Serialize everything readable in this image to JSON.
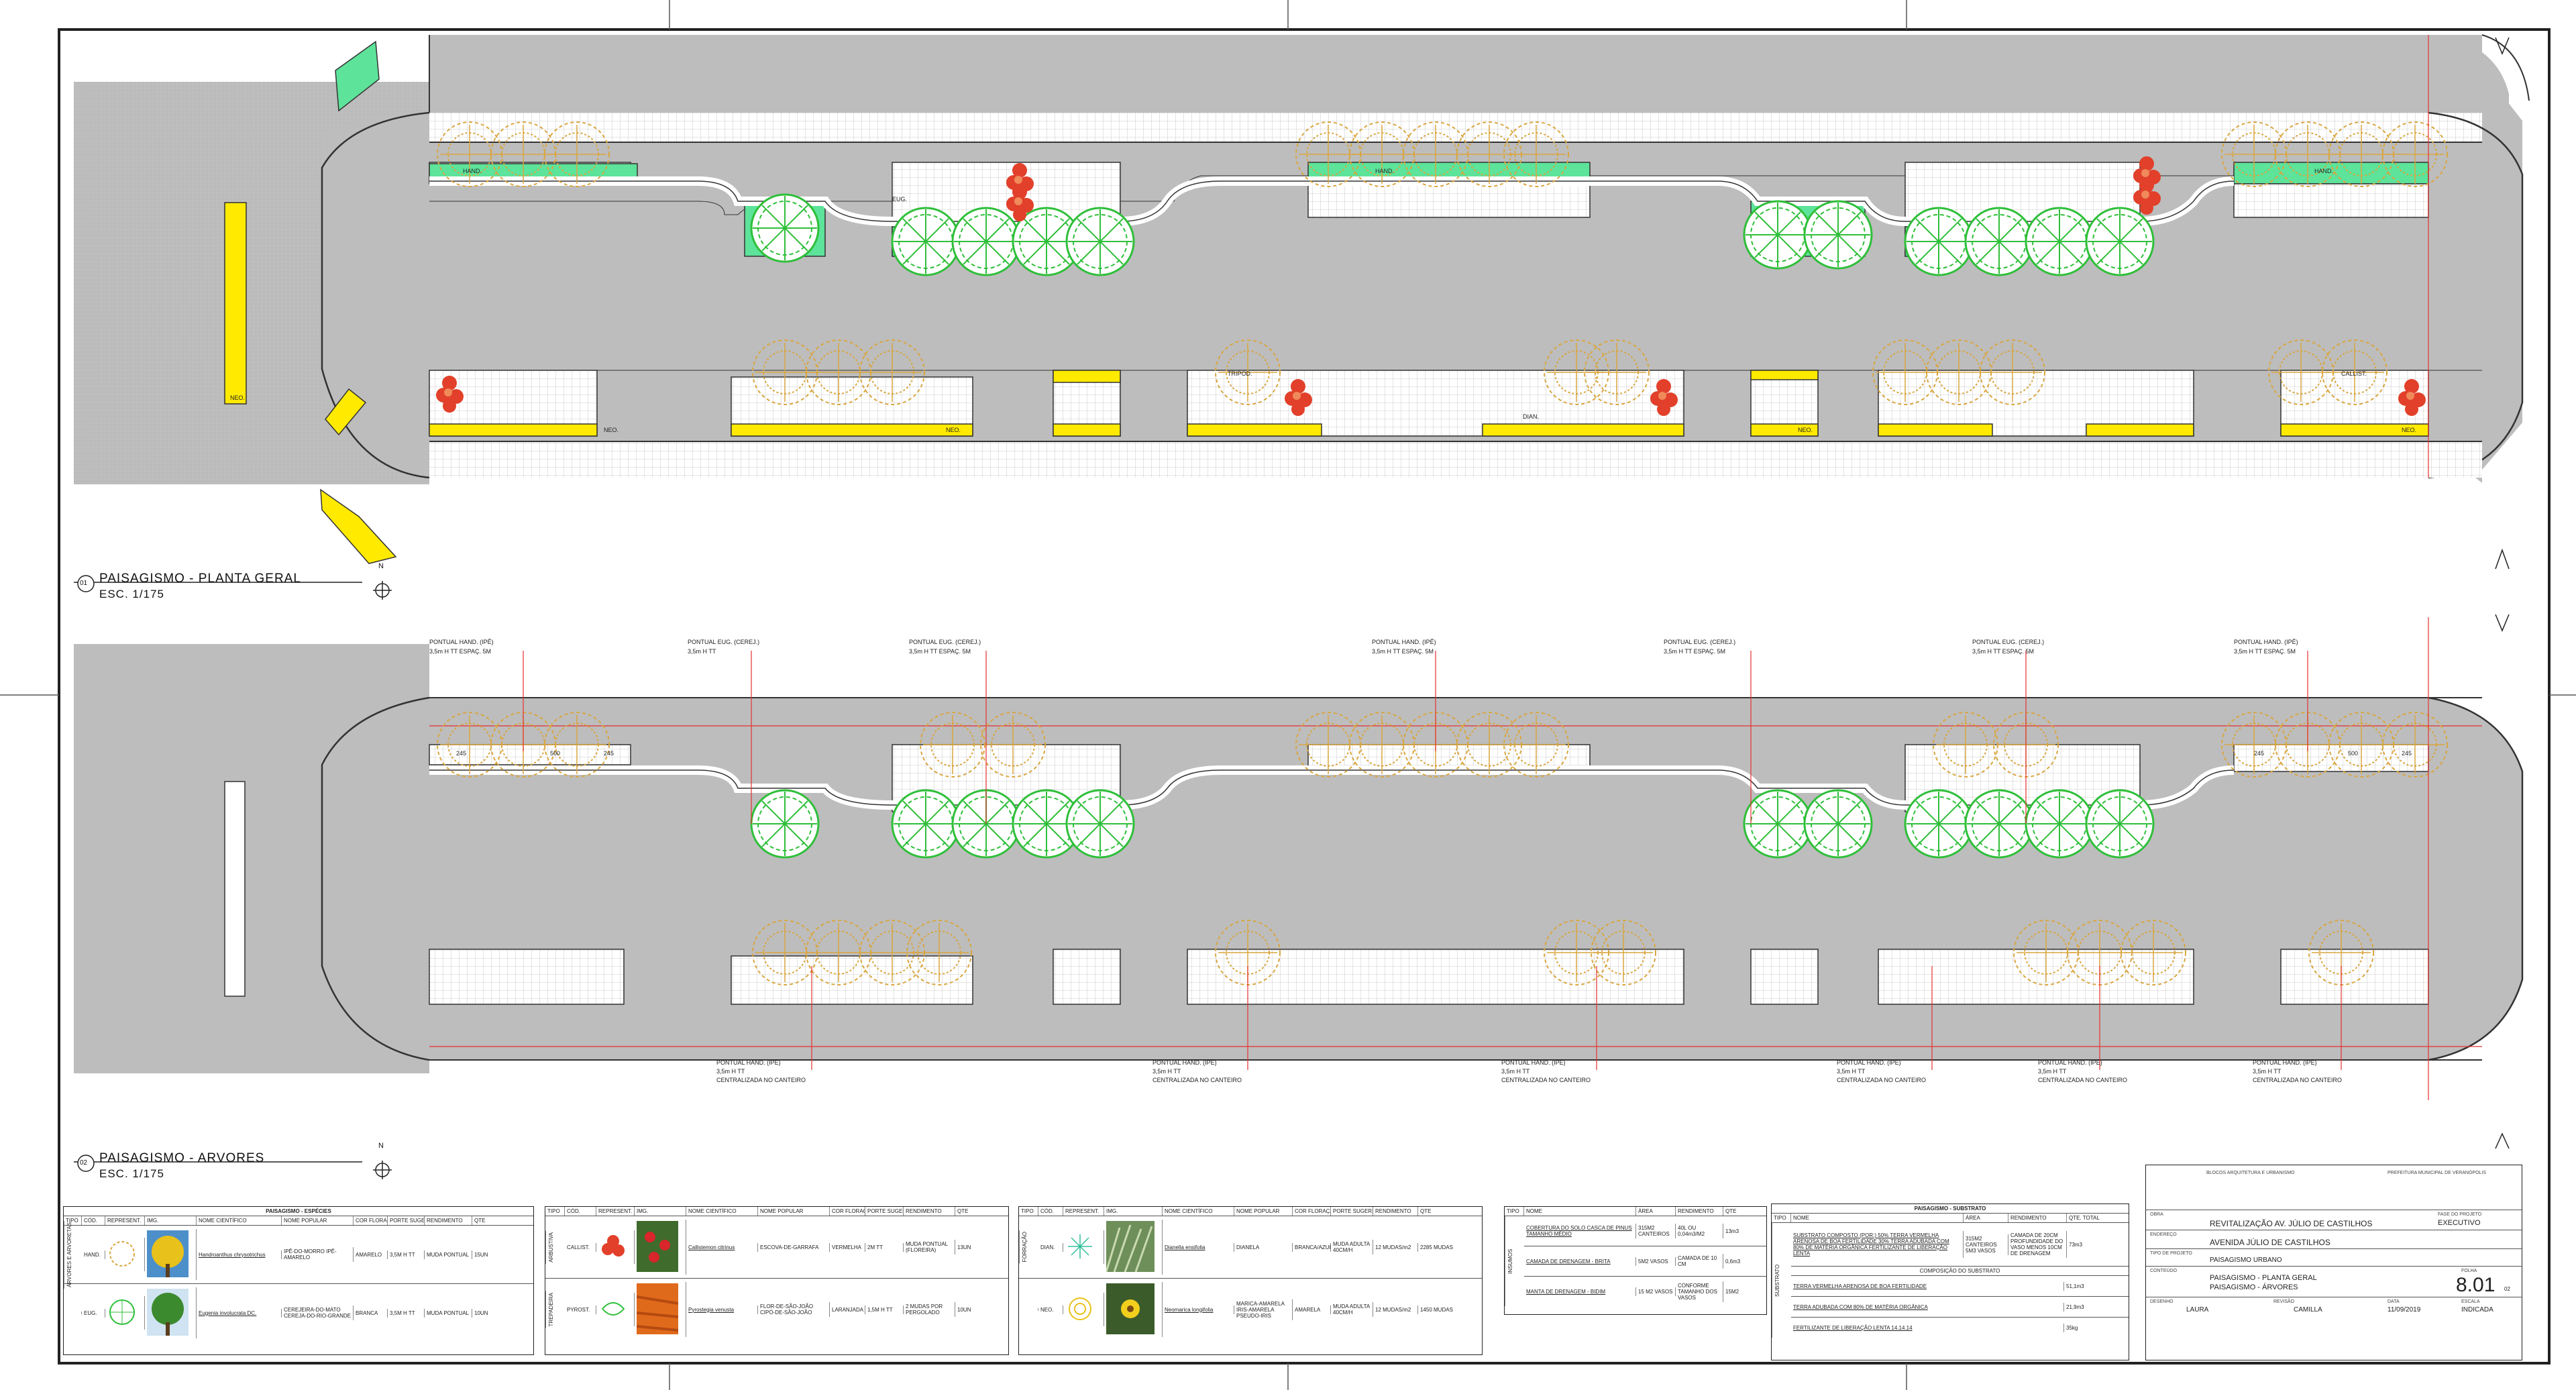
{
  "colors": {
    "road": "#bdbdbd",
    "paving": "#ffffff",
    "grass": "#5de39a",
    "yellow": "#ffea00",
    "tree_green": "#2fbf3a",
    "tree_orange": "#d9a63f",
    "tree_red": "#e2402a",
    "red_line": "#e53030"
  },
  "plan1": {
    "number": "01",
    "title": "PAISAGISMO - PLANTA GERAL",
    "scale": "ESC.   1/175",
    "north": "N"
  },
  "plan2": {
    "number": "02",
    "title": "PAISAGISMO - ARVORES",
    "scale": "ESC.   1/175",
    "north": "N"
  },
  "plan1_labels": [
    "HAND.",
    "HAND.",
    "HAND.",
    "EUG.",
    "NEO.",
    "NEO.",
    "NEO.",
    "TRIPOD.",
    "DIAN.",
    "NEO.",
    "CALLIST.",
    "NEO."
  ],
  "plan2_labels": [
    "245",
    "500",
    "245",
    "245",
    "500",
    "245"
  ],
  "callouts_top": [
    {
      "l1": "PONTUAL  HAND. (IPÊ)",
      "l2": "3,5m H TT   ESPAÇ. 5M"
    },
    {
      "l1": "PONTUAL  EUG. (CEREJ.)",
      "l2": "3,5m H TT"
    },
    {
      "l1": "PONTUAL  EUG. (CEREJ.)",
      "l2": "3,5m H TT   ESPAÇ. 5M"
    },
    {
      "l1": "PONTUAL  HAND. (IPÊ)",
      "l2": "3,5m H TT   ESPAÇ. 5M"
    },
    {
      "l1": "PONTUAL  EUG. (CEREJ.)",
      "l2": "3,5m H TT   ESPAÇ. 5M"
    },
    {
      "l1": "PONTUAL  EUG. (CEREJ.)",
      "l2": "3,5m H TT   ESPAÇ. 5M"
    },
    {
      "l1": "PONTUAL  HAND. (IPÊ)",
      "l2": "3,5m H TT   ESPAÇ. 5M"
    }
  ],
  "callouts_bottom": [
    {
      "l1": "PONTUAL  HAND. (IPÊ)",
      "l2": "3,5m H TT",
      "l3": "CENTRALIZADA NO CANTEIRO"
    },
    {
      "l1": "PONTUAL  HAND. (IPÊ)",
      "l2": "3,5m H TT",
      "l3": "CENTRALIZADA NO CANTEIRO"
    },
    {
      "l1": "PONTUAL  HAND. (IPÊ)",
      "l2": "3,5m H TT",
      "l3": "CENTRALIZADA NO CANTEIRO"
    },
    {
      "l1": "PONTUAL  HAND. (IPÊ)",
      "l2": "3,5m H TT",
      "l3": "CENTRALIZADA NO CANTEIRO"
    },
    {
      "l1": "PONTUAL  HAND. (IPÊ)",
      "l2": "3,5m H TT",
      "l3": "CENTRALIZADA NO CANTEIRO"
    },
    {
      "l1": "PONTUAL  HAND. (IPÊ)",
      "l2": "3,5m H TT",
      "l3": "CENTRALIZADA NO CANTEIRO"
    }
  ],
  "table_species": {
    "title": "PAISAGISMO - ESPÉCIES",
    "headers": [
      "TIPO",
      "CÓD.",
      "REPRESENT.",
      "IMG.",
      "NOME CIENTÍFICO",
      "NOME POPULAR",
      "COR FLORAÇÃO",
      "PORTE SUGERIDO",
      "RENDIMENTO",
      "QTE"
    ],
    "group": "ÁRVORES E ARVORETAS",
    "rows": [
      {
        "cod": "HAND.",
        "sci": "Handroanthus chrysotrichus",
        "pop": "IPÊ-DO-MORRO IPÊ-AMARELO",
        "cor": "AMARELO",
        "porte": "3,5M H TT",
        "rend": "MUDA PONTUAL",
        "qte": "15UN"
      },
      {
        "cod": "EUG.",
        "sci": "Eugenia involucrata DC.",
        "pop": "CEREJEIRA-DO-MATO CEREJA-DO-RIO-GRANDE",
        "cor": "BRANCA",
        "porte": "3,5M H TT",
        "rend": "MUDA PONTUAL",
        "qte": "10UN"
      }
    ]
  },
  "table_shrubs": {
    "headers": [
      "TIPO",
      "CÓD.",
      "REPRESENT.",
      "IMG.",
      "NOME CIENTÍFICO",
      "NOME POPULAR",
      "COR FLORAÇÃO",
      "PORTE SUGERIDO",
      "RENDIMENTO",
      "QTE"
    ],
    "rows": [
      {
        "tipo": "ARBUSTIVA",
        "cod": "CALLIST.",
        "sci": "Callistemon citrinus",
        "pop": "ESCOVA-DE-GARRAFA",
        "cor": "VERMELHA",
        "porte": "2M TT",
        "rend": "MUDA PONTUAL (FLOREIRA)",
        "qte": "13UN"
      },
      {
        "tipo": "TREPADEIRA",
        "cod": "PYROST.",
        "sci": "Pyrostegia venusta",
        "pop": "FLOR-DE-SÃO-JOÃO CIPÓ-DE-SÃO-JOÃO",
        "cor": "LARANJADA",
        "porte": "1,5M H TT",
        "rend": "2 MUDAS POR PERGOLADO",
        "qte": "10UN"
      }
    ]
  },
  "table_groundcover": {
    "headers": [
      "TIPO",
      "CÓD.",
      "REPRESENT.",
      "IMG.",
      "NOME CIENTÍFICO",
      "NOME POPULAR",
      "COR FLORAÇÃO",
      "PORTE SUGERIDO",
      "RENDIMENTO",
      "QTE"
    ],
    "group": "FORRAÇÃO",
    "rows": [
      {
        "cod": "DIAN.",
        "sci": "Dianella ensifolia",
        "pop": "DIANELA",
        "cor": "BRANCA/AZUL",
        "porte": "MUDA ADULTA 40CM/H",
        "rend": "12 MUDAS/m2",
        "qte": "2285 MUDAS"
      },
      {
        "cod": "NEO.",
        "sci": "Neomarica longifolia",
        "pop": "MARICA-AMARELA IRIS-AMARELA PSEUDO-IRIS",
        "cor": "AMARELA",
        "porte": "MUDA ADULTA 40CM/H",
        "rend": "12 MUDAS/m2",
        "qte": "1450 MUDAS"
      }
    ]
  },
  "table_insumos": {
    "headers": [
      "TIPO",
      "NOME",
      "ÁREA",
      "RENDIMENTO",
      "QTE"
    ],
    "group": "INSUMOS",
    "rows": [
      {
        "nome": "COBERTURA DO SOLO CASCA DE PINUS TAMANHO MÉDIO",
        "area": "315M2 CANTEIROS",
        "rend": "40L OU 0,04m3/M2",
        "qte": "13m3"
      },
      {
        "nome": "CAMADA DE DRENAGEM - BRITA",
        "area": "5M2 VASOS",
        "rend": "CAMADA DE 10 CM",
        "qte": "0,6m3"
      },
      {
        "nome": "MANTA DE DRENAGEM - BIDIM",
        "area": "15 M2 VASOS",
        "rend": "CONFORME TAMANHO DOS VASOS",
        "qte": "15M2"
      }
    ]
  },
  "table_substrato": {
    "title": "PAISAGISMO - SUBSTRATO",
    "headers": [
      "TIPO",
      "NOME",
      "ÁREA",
      "RENDIMENTO",
      "QTE. TOTAL"
    ],
    "group": "SUBSTRATO",
    "row1": {
      "nome": "SUBSTRATO COMPOSTO (POR:) 50% TERRA VERMELHA ARENOSA DE BOA FERTILIDADE 30% TERRA ADUBADA COM 80% DE MATÉRIA ORGÂNICA FERTILIZANTE DE LIBERAÇÃO LENTA",
      "area": "315M2 CANTEIROS",
      "area2": "5M3 VASOS",
      "rend": "CAMADA DE 20CM",
      "rend2": "PROFUNDIDADE DO VASO MENOS 10CM DE DRENAGEM",
      "qte": "73m3"
    },
    "subtitle": "COMPOSIÇÃO DO SUBSTRATO",
    "comp": [
      {
        "nome": "TERRA VERMELHA ARENOSA DE BOA FERTILIDADE",
        "qte": "51,1m3"
      },
      {
        "nome": "TERRA ADUBADA COM 80% DE MATÉRIA ORGÂNICA",
        "qte": "21,9m3"
      },
      {
        "nome": "FERTILIZANTE DE LIBERAÇÃO LENTA 14.14.14",
        "qte": "35kg"
      }
    ]
  },
  "stamp": {
    "firm_left": "BLOCOS ARQUITETURA E URBANISMO",
    "firm_right": "PREFEITURA MUNICIPAL DE VERANÓPOLIS",
    "obra_k": "OBRA",
    "obra": "REVITALIZAÇÃO AV. JÚLIO DE CASTILHOS",
    "fase_k": "FASE DO PROJETO",
    "fase": "EXECUTIVO",
    "end_k": "ENDEREÇO",
    "end": "AVENIDA JÚLIO DE CASTILHOS",
    "tipo_k": "TIPO DE PROJETO",
    "tipo": "PAISAGISMO URBANO",
    "cont_k": "CONTEÚDO",
    "cont1": "PAISAGISMO - PLANTA GERAL",
    "cont2": "PAISAGISMO - ÁRVORES",
    "folha_k": "FOLHA",
    "folha": "8.01",
    "rev": "02",
    "des_k": "DESENHO",
    "des": "LAURA",
    "revisao_k": "REVISÃO",
    "revisao": "CAMILLA",
    "data_k": "DATA",
    "data": "11/09/2019",
    "escala_k": "ESCALA",
    "escala": "INDICADA"
  }
}
